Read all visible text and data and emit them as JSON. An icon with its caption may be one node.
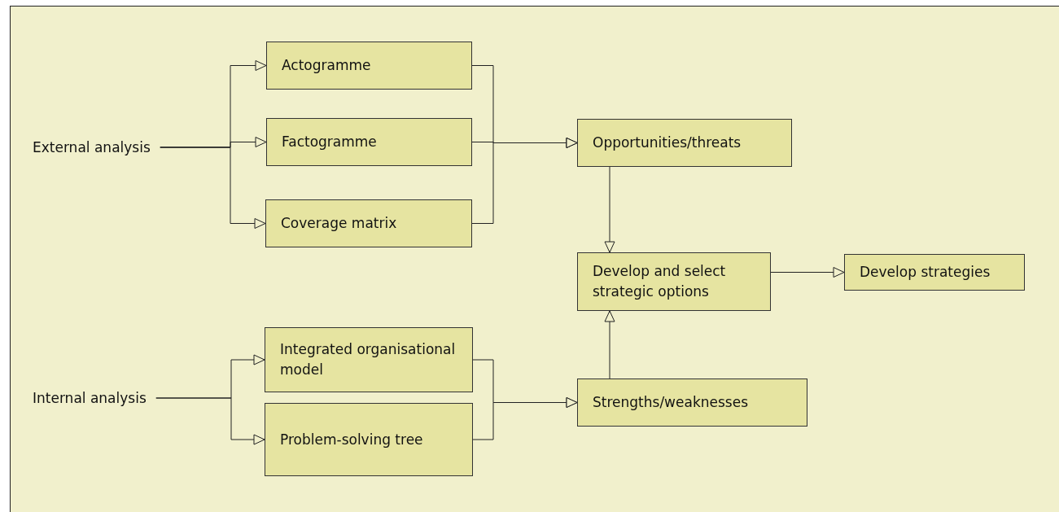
{
  "diagram": {
    "nodes": [
      {
        "text": [
          "External analysis"
        ]
      },
      {
        "text": [
          "Actogramme"
        ]
      },
      {
        "text": [
          "Factogramme"
        ]
      },
      {
        "text": [
          "Coverage matrix"
        ]
      },
      {
        "text": [
          "Opportunities/threats"
        ]
      },
      {
        "text": [
          "Develop and select strategic options"
        ]
      },
      {
        "text": [
          "Develop strategies"
        ]
      },
      {
        "text": [
          "Internal analysis"
        ]
      },
      {
        "text": [
          "Integrated organisational model"
        ]
      },
      {
        "text": [
          "Problem-solving tree"
        ]
      },
      {
        "text": [
          "Strengths/weaknesses"
        ]
      }
    ],
    "edges": [
      {
        "from": 0,
        "to": 1,
        "arrow": "to"
      },
      {
        "from": 0,
        "to": 2,
        "arrow": "to"
      },
      {
        "from": 0,
        "to": 3,
        "arrow": "to"
      },
      {
        "from": 1,
        "to": 4,
        "arrow": "to"
      },
      {
        "from": 2,
        "to": 4,
        "arrow": "to"
      },
      {
        "from": 3,
        "to": 4,
        "arrow": "to"
      },
      {
        "from": 4,
        "to": 5,
        "arrow": "to"
      },
      {
        "from": 5,
        "to": 6,
        "arrow": "to"
      },
      {
        "from": 7,
        "to": 8,
        "arrow": "to"
      },
      {
        "from": 7,
        "to": 9,
        "arrow": "to"
      },
      {
        "from": 8,
        "to": 10,
        "arrow": "to"
      },
      {
        "from": 9,
        "to": 10,
        "arrow": "to"
      },
      {
        "from": 10,
        "to": 5,
        "arrow": "to"
      }
    ]
  }
}
